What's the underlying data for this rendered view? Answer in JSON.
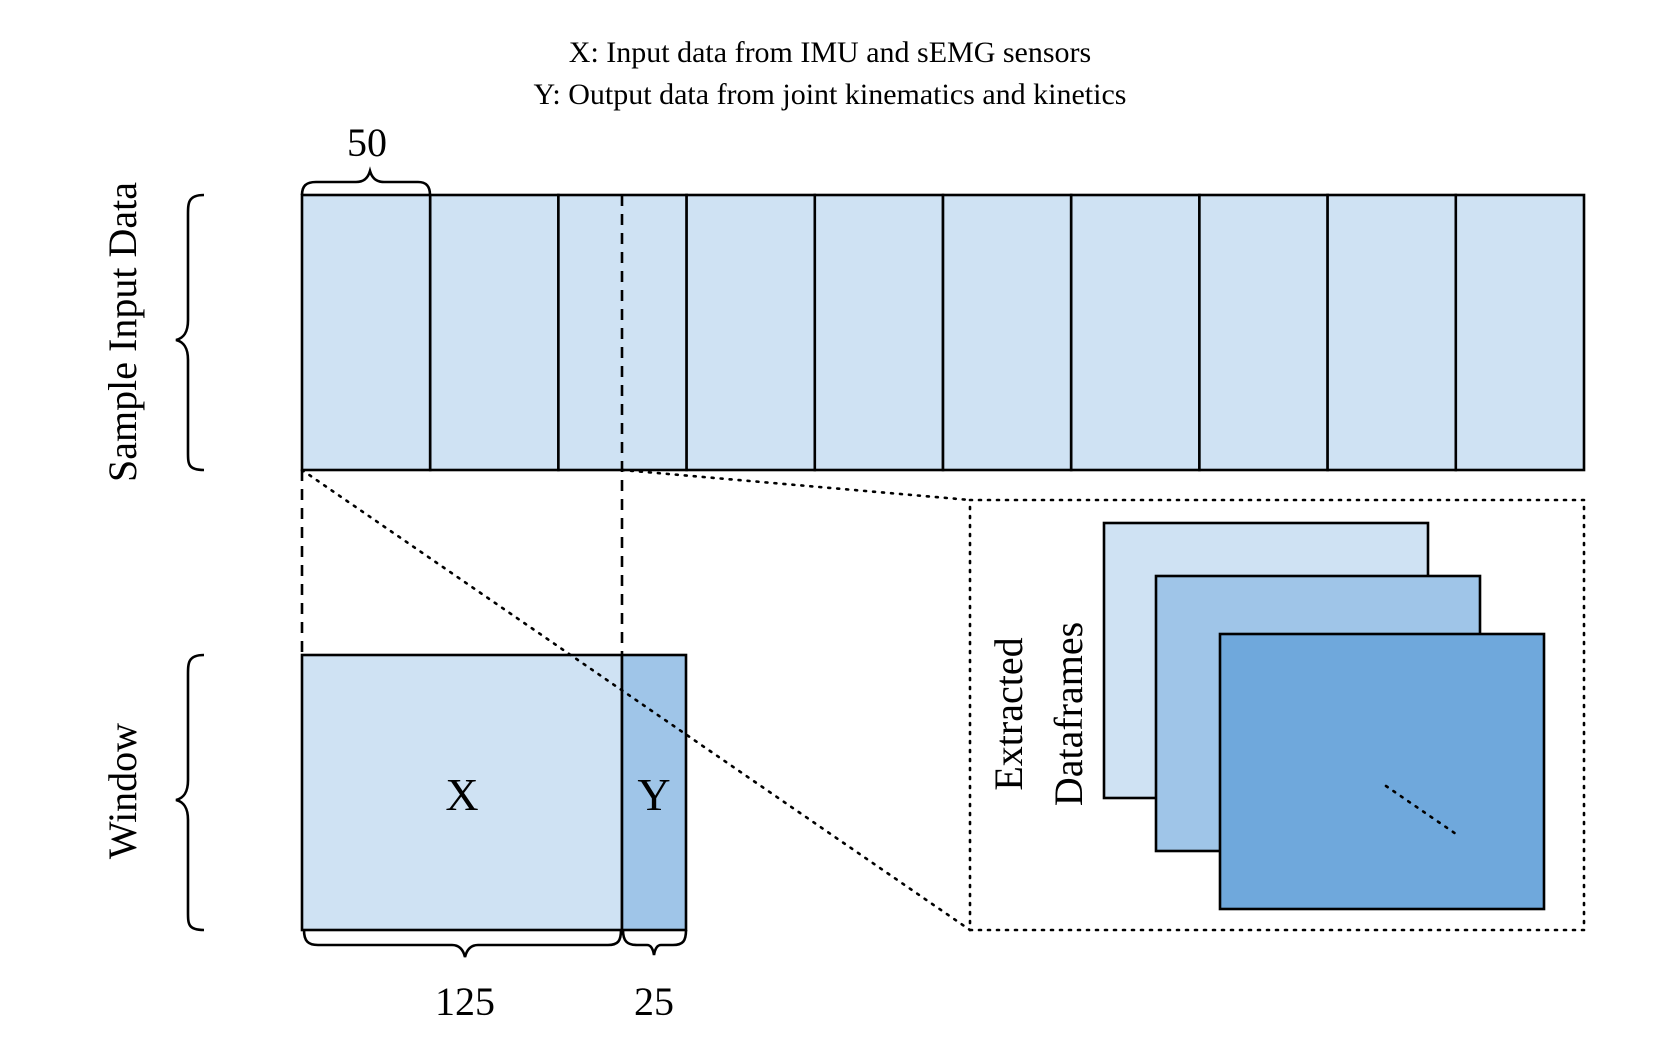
{
  "captions": {
    "x_line": "X: Input data from IMU and sEMG sensors",
    "y_line": "Y: Output data from joint kinematics and kinetics"
  },
  "side_labels": {
    "sample_input": "Sample Input Data",
    "window": "Window"
  },
  "dimensions": {
    "segment": "50",
    "x_width": "125",
    "y_width": "25"
  },
  "blocks": {
    "x": "X",
    "y": "Y"
  },
  "frames_label": {
    "line1": "Extracted",
    "line2": "Dataframes"
  },
  "segments": {
    "count": 10
  },
  "colors": {
    "segment_fill": "#cfe2f3",
    "x_fill": "#cfe2f3",
    "y_fill": "#9fc5e8",
    "frame_1": "#cfe2f3",
    "frame_2": "#9fc5e8",
    "frame_3": "#6fa8dc",
    "stroke": "#000000"
  }
}
